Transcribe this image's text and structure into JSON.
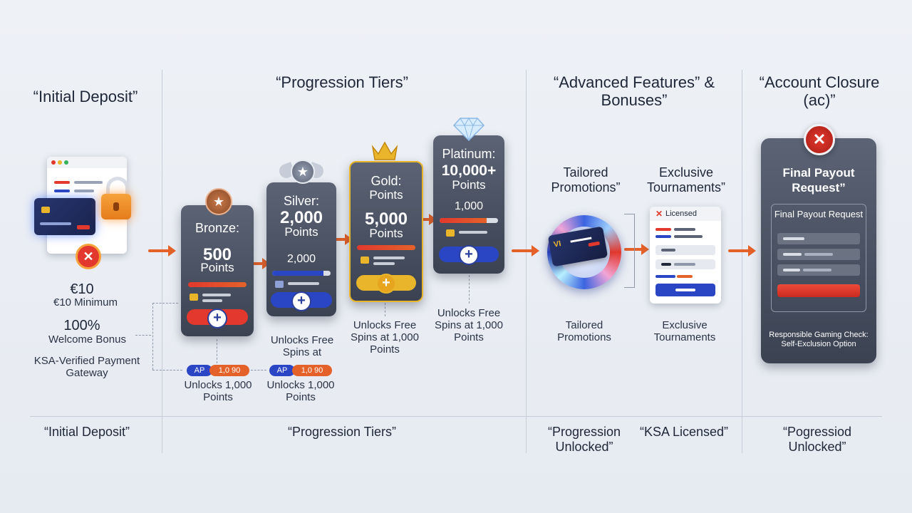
{
  "sections": {
    "initial_title": "“Initial Deposit”",
    "progression_title": "“Progression Tiers”",
    "advanced_title": "“Advanced Features” & Bonuses”",
    "closure_title": "“Account Closure (ac)”"
  },
  "initial": {
    "amount": "€10",
    "minimum": "€10 Minimum",
    "bonus_pct": "100%",
    "bonus_label": "Welcome Bonus",
    "gateway": "KSA-Verified Payment Gateway"
  },
  "tiers": {
    "bronze": {
      "name": "Bronze:",
      "points": "500",
      "unit": "Points"
    },
    "silver": {
      "name": "Silver:",
      "points": "2,000",
      "unit": "Points",
      "mid": "2,000"
    },
    "gold": {
      "name": "Gold:",
      "unit_line": "Points",
      "points": "5,000",
      "unit": "Points"
    },
    "platinum": {
      "name": "Platinum:",
      "points": "10,000+",
      "unit": "Points",
      "mid": "1,000"
    }
  },
  "unlocks": {
    "gold_note": "Unlocks Free Spins at 1,000 Points",
    "platinum_note": "Unlocks Free Spins at 1,000 Points",
    "silver_note": "Unlocks Free Spins at",
    "bronze_bottom": "Unlocks 1,000 Points",
    "silver_bottom": "Unlocks 1,000 Points",
    "pill_left": "AP",
    "pill_right": "1,0 90"
  },
  "features": {
    "tailored_title": "Tailored Promotions”",
    "exclusive_title": "Exclusive Tournaments”",
    "licensed_label": "Licensed",
    "chip_label": "VI",
    "tailored_caption": "Tailored Promotions",
    "exclusive_caption": "Exclusive Tournaments"
  },
  "closure": {
    "card_title": "Final Payout Request”",
    "form_title": "Final Payout Request",
    "check_line1": "Responsible Gaming Check:",
    "check_line2": "Self-Exclusion Option"
  },
  "footer": {
    "initial": "“Initial Deposit”",
    "progression": "“Progression Tiers”",
    "unlocked": "“Progression Unlocked”",
    "licensed": "“KSA Licensed”",
    "pogressiod": "“Pogressiod Unlocked”"
  },
  "colors": {
    "arrow": "#e4622a",
    "bronze_accent": "#b5643a",
    "silver_accent": "#8f99ad",
    "gold_accent": "#e9b52b",
    "platinum_accent": "#bfe1ff",
    "danger": "#e2382d",
    "brand_blue": "#2b46c4"
  }
}
